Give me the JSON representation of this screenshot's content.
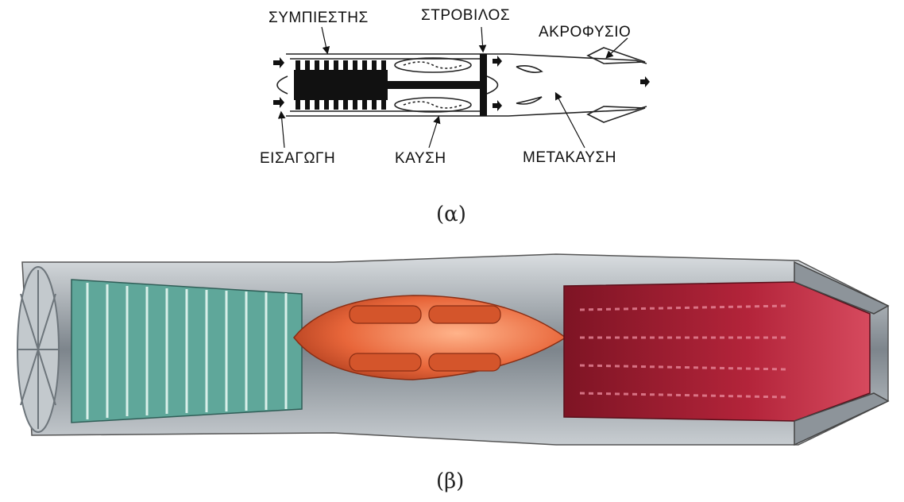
{
  "panel_a": {
    "labels": {
      "compressor": "ΣΥΜΠΙΕΣΤΗΣ",
      "turbine": "ΣΤΡΟΒΙΛΟΣ",
      "nozzle": "ΑΚΡΟΦΥΣΙΟ",
      "intake": "ΕΙΣΑΓΩΓΗ",
      "combustion": "ΚΑΥΣΗ",
      "afterburner": "ΜΕΤΑΚΑΥΣΗ"
    },
    "caption": "(α)"
  },
  "panel_b": {
    "caption": "(β)",
    "colors": {
      "compressor": "#5fa79a",
      "combustor": "#e8663a",
      "afterburner": "#9a1e2c",
      "casing": "#9aa1a8"
    }
  }
}
